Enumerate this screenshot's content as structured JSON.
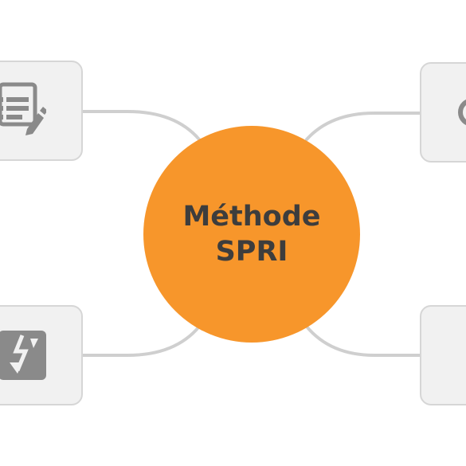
{
  "center": {
    "line1": "Méthode",
    "line2": "SPRI"
  },
  "colors": {
    "center_fill": "#f7962b",
    "center_text": "#3d3d3d",
    "card_fill": "#f1f1f1",
    "card_border": "#d6d6d6",
    "connector": "#cfcfcf",
    "icon": "#8a8a8a"
  },
  "nodes": [
    {
      "id": "top-left",
      "icon": "document-edit-icon"
    },
    {
      "id": "top-right",
      "icon": "partial-icon"
    },
    {
      "id": "bottom-left",
      "icon": "broken-arrow-icon"
    },
    {
      "id": "bottom-right",
      "icon": ""
    }
  ]
}
